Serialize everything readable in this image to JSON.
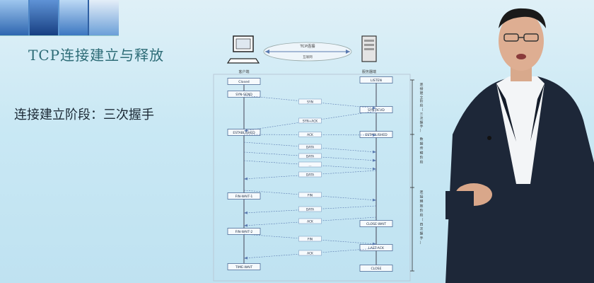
{
  "slide": {
    "title": "TCP连接建立与释放",
    "phase_heading": "连接建立阶段：三次握手"
  },
  "diagram": {
    "network_label": "TCP连接",
    "network_sub": "互联网",
    "client_caption": "客户端",
    "server_caption": "服务器端",
    "client_states": [
      "Closed",
      "SYN-SEND",
      "ESTABLISHED",
      "FIN-WAIT-1",
      "FIN-WAIT-2",
      "TIME-WAIT"
    ],
    "server_states": [
      "LISTEN",
      "SYN-RCVD",
      "ESTABLISHED",
      "CLOSE-WAIT",
      "LAST-ACK",
      "CLOSE"
    ],
    "messages": [
      "SYN",
      "SYN+ACK",
      "ACK",
      "DATA",
      "DATA",
      "...",
      "DATA",
      "FIN",
      "DATA",
      "ACK",
      "FIN",
      "ACK"
    ],
    "phases": [
      "连接建立阶段（三次握手）",
      "数据传输阶段",
      "连接释放阶段（四次握手）"
    ]
  },
  "colors": {
    "title": "#2c6b76",
    "box_border": "#3a5a8a",
    "arrow": "#5a7ab0",
    "phase_line": "#333"
  }
}
